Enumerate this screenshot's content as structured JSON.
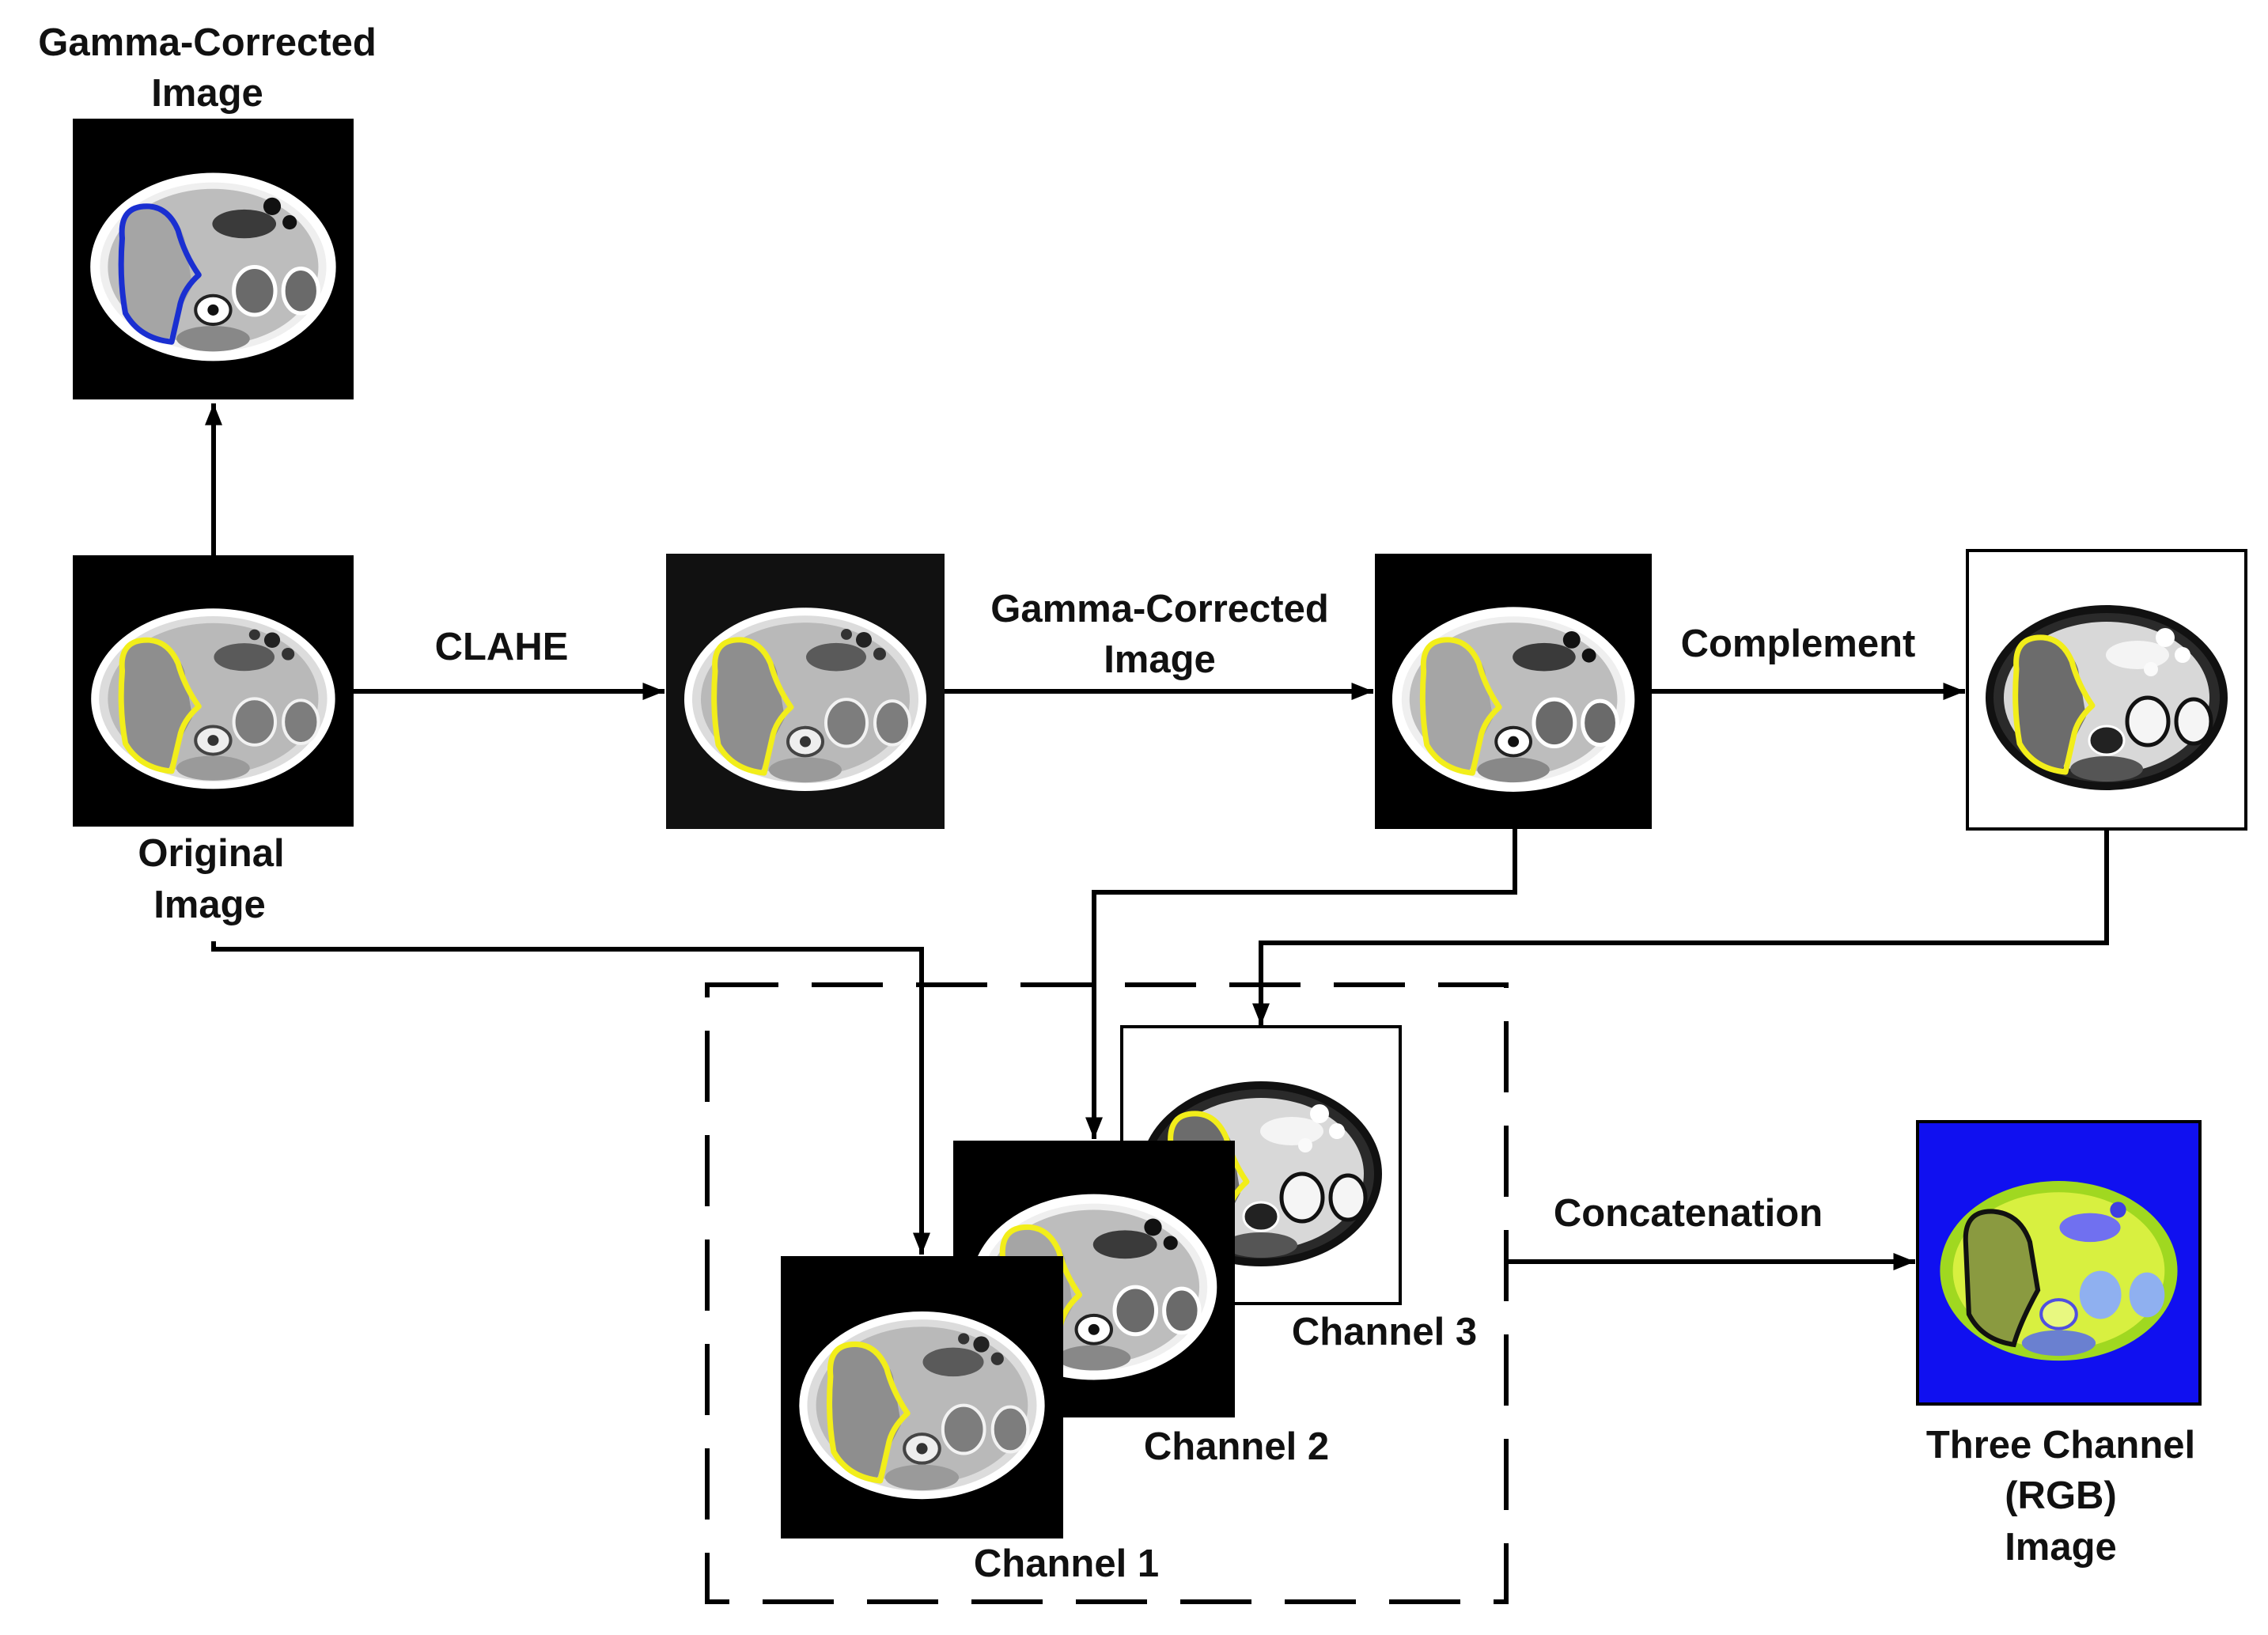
{
  "labels": {
    "gamma_top_1": "Gamma-Corrected",
    "gamma_top_2": "Image",
    "original_1": "Original",
    "original_2": "Image",
    "clahe": "CLAHE",
    "gamma_mid_1": "Gamma-Corrected",
    "gamma_mid_2": "Image",
    "complement": "Complement",
    "channel_1": "Channel 1",
    "channel_2": "Channel 2",
    "channel_3": "Channel 3",
    "concatenation": "Concatenation",
    "rgb_1": "Three Channel",
    "rgb_2": "(RGB)",
    "rgb_3": "Image"
  },
  "colors": {
    "liver_contour_yellow": "#f2ee1a",
    "liver_contour_blue": "#1a2fd1",
    "rgb_background": "#1010f0",
    "rgb_tissue": "#d8f040"
  }
}
